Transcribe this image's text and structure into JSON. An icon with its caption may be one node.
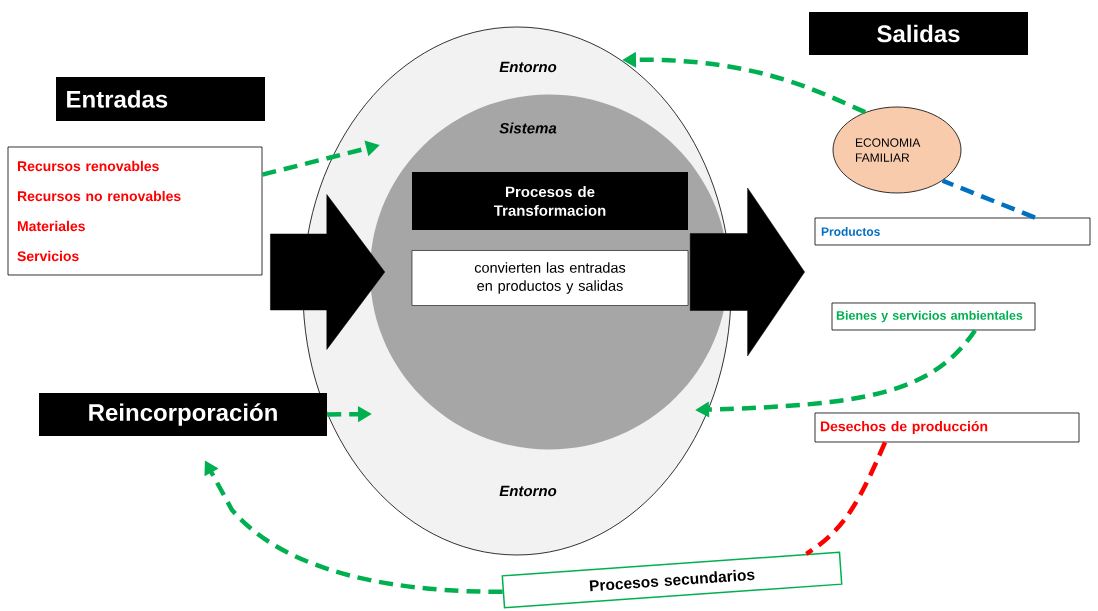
{
  "diagram": {
    "nodes": [
      {
        "text": [
          "Entorno",
          "Entorno"
        ]
      },
      {
        "text": [
          "Sistema"
        ],
        "in": 0
      },
      {
        "text": [
          "Procesos de Transformacion"
        ],
        "in": 1
      },
      {
        "text": [
          "convierten las entradas en productos y salidas"
        ],
        "in": 1
      },
      {
        "text": [
          "Entradas"
        ]
      },
      {
        "text": [
          "Recursos renovables",
          "Recursos no renovables",
          "Materiales",
          "Servicios"
        ]
      },
      {
        "text": [
          "Salidas"
        ]
      },
      {
        "text": [
          "ECONOMIA FAMILIAR"
        ]
      },
      {
        "text": [
          "Productos"
        ]
      },
      {
        "text": [
          "Bienes y servicios ambientales"
        ]
      },
      {
        "text": [
          "Reincorporación"
        ]
      },
      {
        "text": [
          "Desechos de producción"
        ]
      },
      {
        "text": [
          "Procesos secundarios"
        ]
      }
    ],
    "edges": [
      {
        "from": 5,
        "to": 0,
        "arrow": "to",
        "style": "dashed"
      },
      {
        "from": 7,
        "to": 0,
        "arrow": "to",
        "style": "dashed"
      },
      {
        "from": 8,
        "to": 7,
        "arrow": "none",
        "style": "dashed",
        "color": "#0070c0"
      },
      {
        "from": 9,
        "to": 1,
        "arrow": "to",
        "style": "dashed"
      },
      {
        "from": 10,
        "to": 0,
        "arrow": "to",
        "style": "dashed"
      },
      {
        "from": 11,
        "to": 12,
        "arrow": "none",
        "style": "dashed",
        "color": "#ff0000"
      },
      {
        "from": 12,
        "to": 10,
        "arrow": "to",
        "style": "dashed"
      },
      {
        "from": 5,
        "to": 1,
        "arrow": "to",
        "style": "thick",
        "color": "#000000"
      },
      {
        "from": 1,
        "to": 8,
        "arrow": "to",
        "style": "thick",
        "color": "#000000"
      }
    ]
  }
}
